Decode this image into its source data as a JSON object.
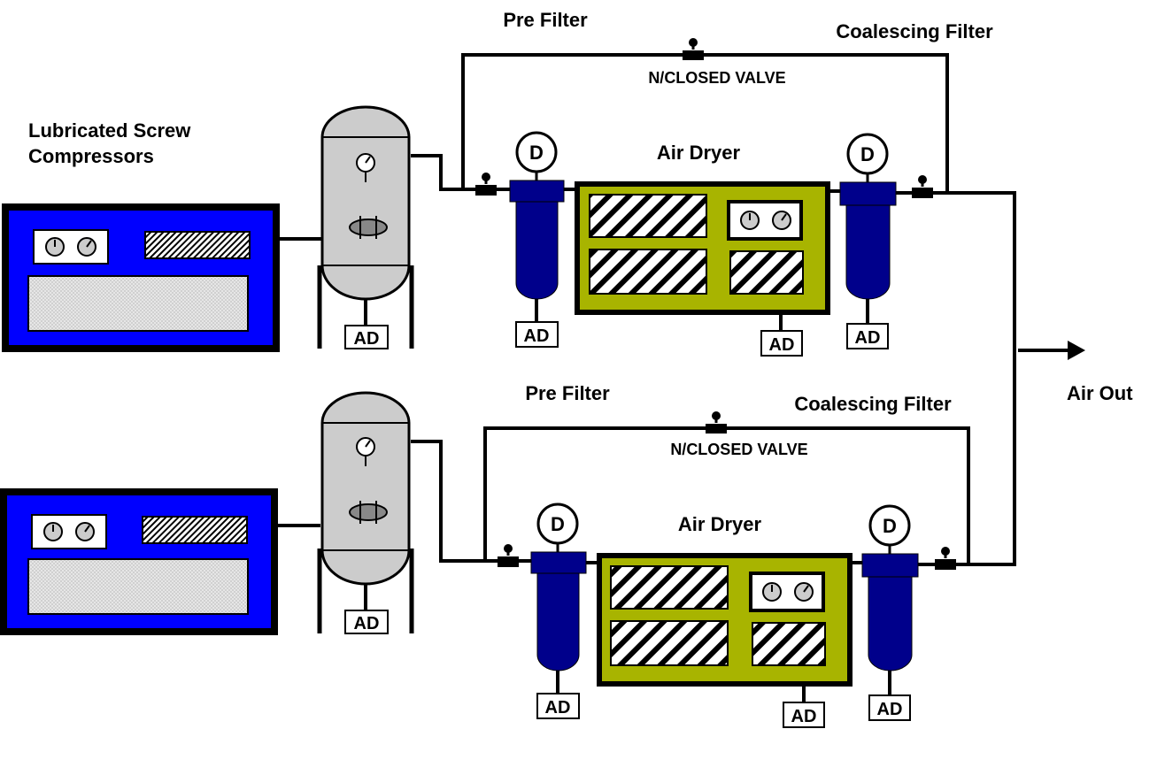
{
  "labels": {
    "compressors": [
      "Lubricated Screw",
      "Compressors"
    ],
    "air_out": "Air Out",
    "pre_filter": "Pre Filter",
    "coalescing_filter": "Coalescing Filter",
    "valve": "N/CLOSED VALVE",
    "air_dryer": "Air Dryer",
    "drain": "AD",
    "diff_gauge": "D"
  },
  "colors": {
    "compressor_fill": "#0000ff",
    "filter_fill": "#00008b",
    "dryer_fill": "#a8b400",
    "tank_fill": "#cccccc",
    "panel_fill": "#e6e6e6"
  },
  "icons": [
    "pressure-gauge-icon",
    "sight-glass-icon",
    "valve-icon",
    "arrow-right-icon",
    "hatch-panel-icon"
  ]
}
